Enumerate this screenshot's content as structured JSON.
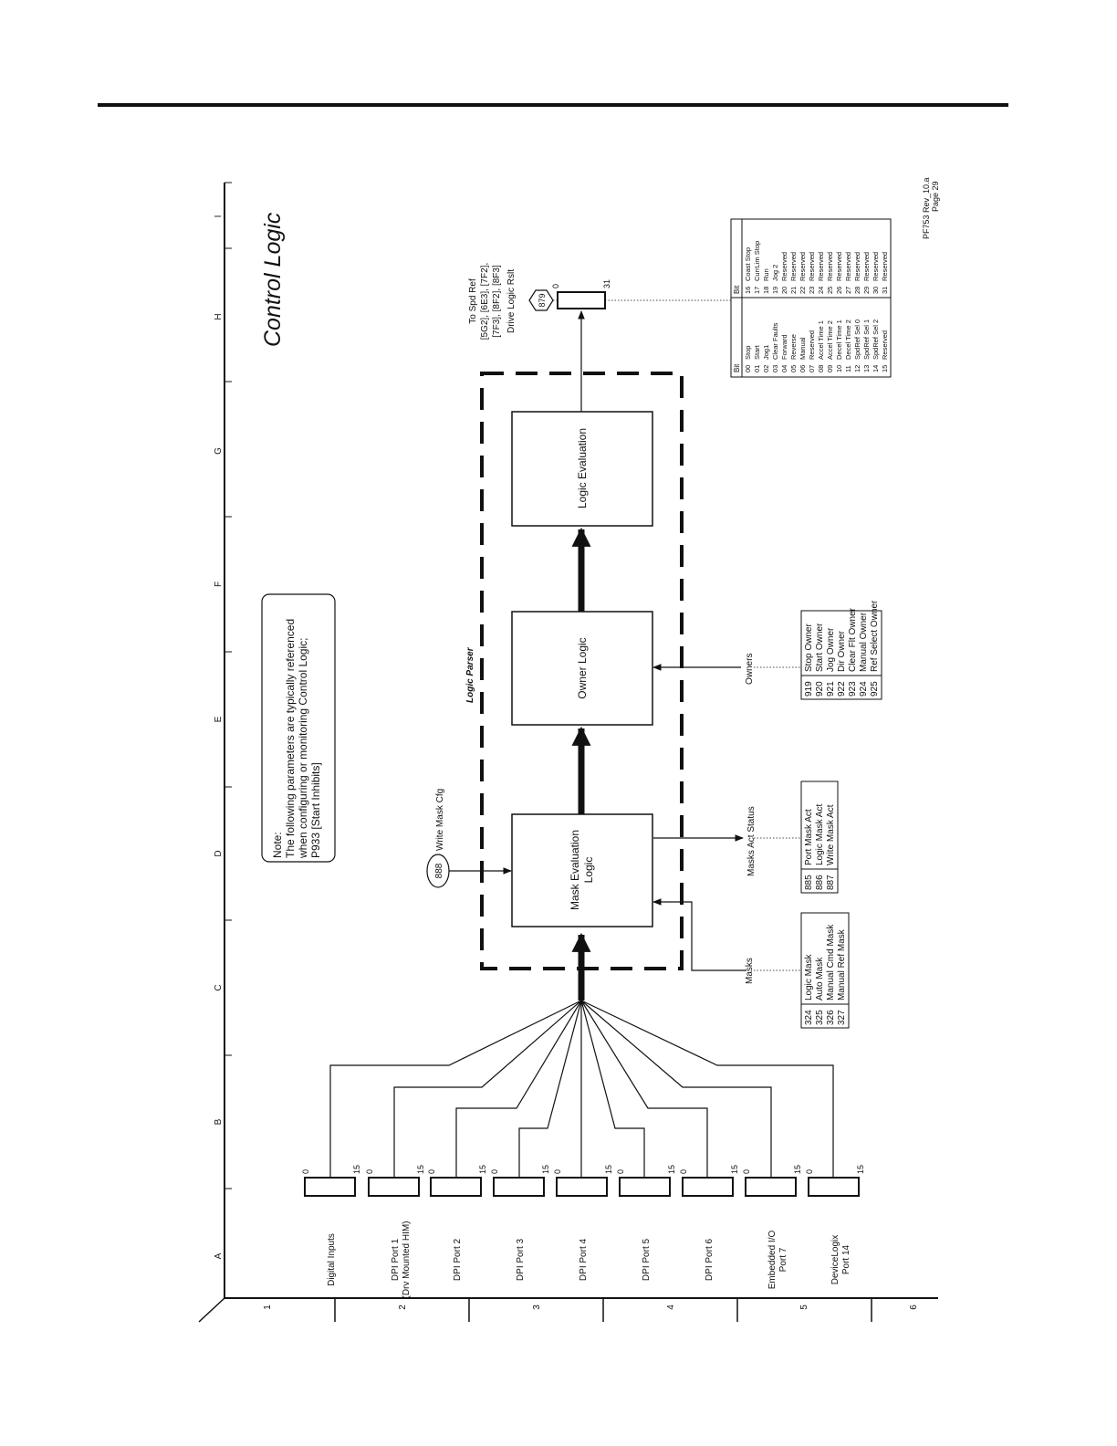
{
  "page": {
    "title": "Control Logic",
    "revision": "PF753 Rev_10.a",
    "page_label": "Page 29"
  },
  "grid": {
    "columns": [
      "A",
      "B",
      "C",
      "D",
      "E",
      "F",
      "G",
      "H",
      "I"
    ],
    "rows": [
      "1",
      "2",
      "3",
      "4",
      "5",
      "6"
    ]
  },
  "note": {
    "lines": [
      "Note:",
      "The following parameters are typically referenced",
      "when configuring or monitoring Control Logic;",
      "P933 [Start Inhibits]"
    ]
  },
  "inputs": [
    {
      "label": "Digital Inputs",
      "sub": ""
    },
    {
      "label": "DPI Port 1",
      "sub": "(Drv Mounted HIM)"
    },
    {
      "label": "DPI Port 2",
      "sub": ""
    },
    {
      "label": "DPI Port 3",
      "sub": ""
    },
    {
      "label": "DPI Port 4",
      "sub": ""
    },
    {
      "label": "DPI Port 5",
      "sub": ""
    },
    {
      "label": "DPI Port 6",
      "sub": ""
    },
    {
      "label": "Embedded I/O",
      "sub": "Port 7"
    },
    {
      "label": "DeviceLogix",
      "sub": "Port 14"
    }
  ],
  "word_bits": {
    "low": "0",
    "high": "15"
  },
  "blocks": {
    "mask_eval": [
      "Mask Evaluation",
      "Logic"
    ],
    "owner": [
      "Owner Logic"
    ],
    "logic_eval": [
      "Logic Evaluation"
    ],
    "parser": "Logic Parser"
  },
  "write_mask": {
    "param": "888",
    "label": "Write Mask Cfg"
  },
  "masks": {
    "label": "Masks",
    "rows": [
      [
        "324",
        "Logic Mask"
      ],
      [
        "325",
        "Auto Mask"
      ],
      [
        "326",
        "Manual Cmd Mask"
      ],
      [
        "327",
        "Manual Ref Mask"
      ]
    ]
  },
  "masks_act": {
    "label": "Masks Act Status",
    "rows": [
      [
        "885",
        "Port Mask Act"
      ],
      [
        "886",
        "Logic Mask Act"
      ],
      [
        "887",
        "Write Mask Act"
      ]
    ]
  },
  "owners": {
    "label": "Owners",
    "rows": [
      [
        "919",
        "Stop Owner"
      ],
      [
        "920",
        "Start Owner"
      ],
      [
        "921",
        "Jog Owner"
      ],
      [
        "922",
        "Dir Owner"
      ],
      [
        "923",
        "Clear Flt Owner"
      ],
      [
        "924",
        "Manual Owner"
      ],
      [
        "925",
        "Ref Select Owner"
      ]
    ]
  },
  "output": {
    "param": "879",
    "label": "Drive Logic Rslt",
    "to_lines": [
      "To Spd Ref",
      "[5G2], [6E3], [7F2],",
      "[7F3], [8F2], [8F3]"
    ],
    "bit_low": "0",
    "bit_high": "31"
  },
  "bit_table": {
    "header_bit": "Bit",
    "low": [
      [
        "00",
        "Stop"
      ],
      [
        "01",
        "Start"
      ],
      [
        "02",
        "Jog1"
      ],
      [
        "03",
        "Clear Faults"
      ],
      [
        "04",
        "Forward"
      ],
      [
        "05",
        "Reverse"
      ],
      [
        "06",
        "Manual"
      ],
      [
        "07",
        "Reserved"
      ],
      [
        "08",
        "Accel Time 1"
      ],
      [
        "09",
        "Accel Time 2"
      ],
      [
        "10",
        "Decel Time 1"
      ],
      [
        "11",
        "Decel Time 2"
      ],
      [
        "12",
        "SpdRef Sel 0"
      ],
      [
        "13",
        "SpdRef Sel 1"
      ],
      [
        "14",
        "SpdRef Sel 2"
      ],
      [
        "15",
        "Reserved"
      ]
    ],
    "high": [
      [
        "16",
        "Coast Stop"
      ],
      [
        "17",
        "CurrLim Stop"
      ],
      [
        "18",
        "Run"
      ],
      [
        "19",
        "Jog 2"
      ],
      [
        "20",
        "Reserved"
      ],
      [
        "21",
        "Reserved"
      ],
      [
        "22",
        "Reserved"
      ],
      [
        "23",
        "Reserved"
      ],
      [
        "24",
        "Reserved"
      ],
      [
        "25",
        "Reserved"
      ],
      [
        "26",
        "Reserved"
      ],
      [
        "27",
        "Reserved"
      ],
      [
        "28",
        "Reserved"
      ],
      [
        "29",
        "Reserved"
      ],
      [
        "30",
        "Reserved"
      ],
      [
        "31",
        "Reserved"
      ]
    ]
  }
}
